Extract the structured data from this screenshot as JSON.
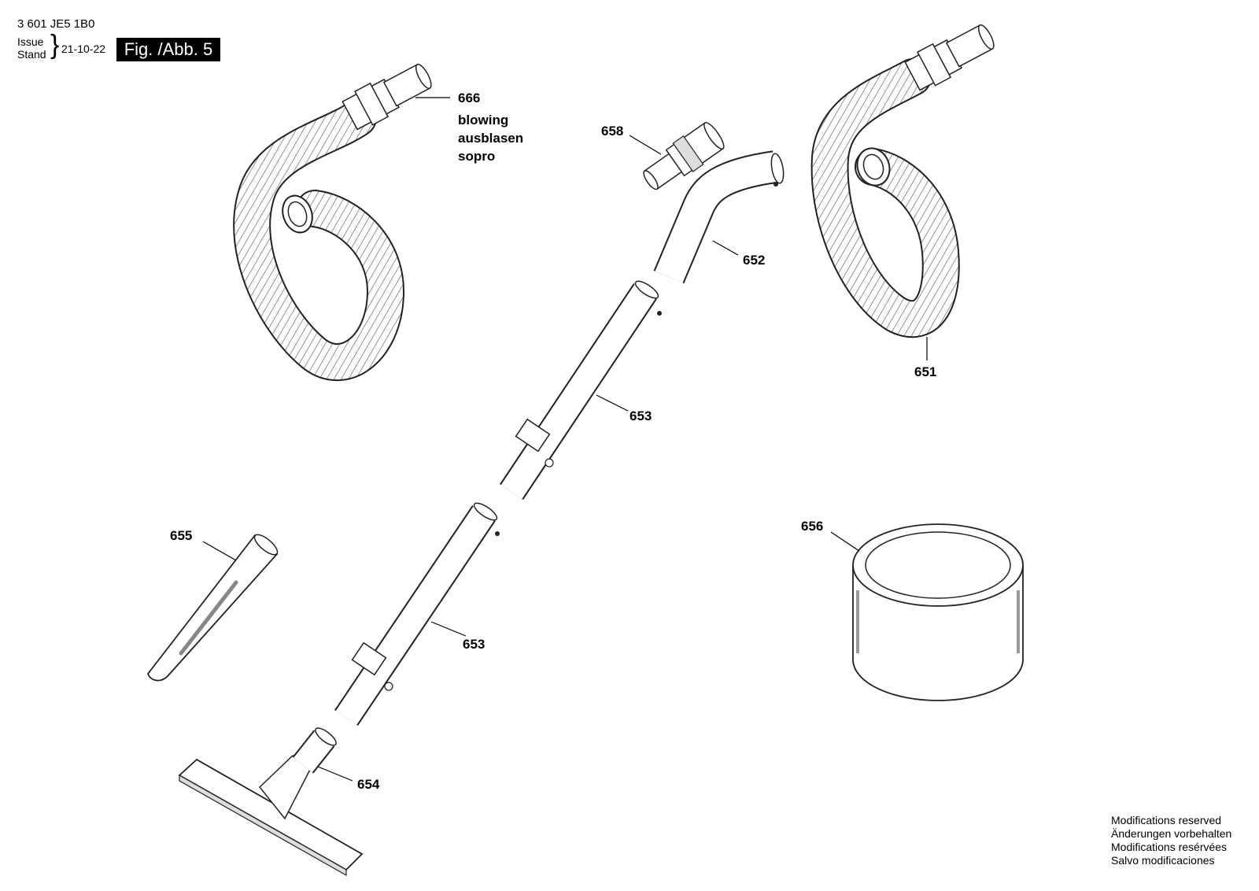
{
  "header": {
    "doc_code": "3 601 JE5 1B0",
    "issue_label": "Issue",
    "stand_label": "Stand",
    "date": "21-10-22",
    "figure_label": "Fig. /Abb. 5"
  },
  "parts": {
    "p666": "666",
    "p666_note": [
      "blowing",
      "ausblasen",
      "sopro"
    ],
    "p658": "658",
    "p652": "652",
    "p651": "651",
    "p653_upper": "653",
    "p653_lower": "653",
    "p655": "655",
    "p656": "656",
    "p654": "654"
  },
  "footer": {
    "lines": [
      "Modifications reserved",
      "Änderungen vorbehalten",
      "Modifications resérvées",
      "Salvo modificaciones"
    ]
  }
}
